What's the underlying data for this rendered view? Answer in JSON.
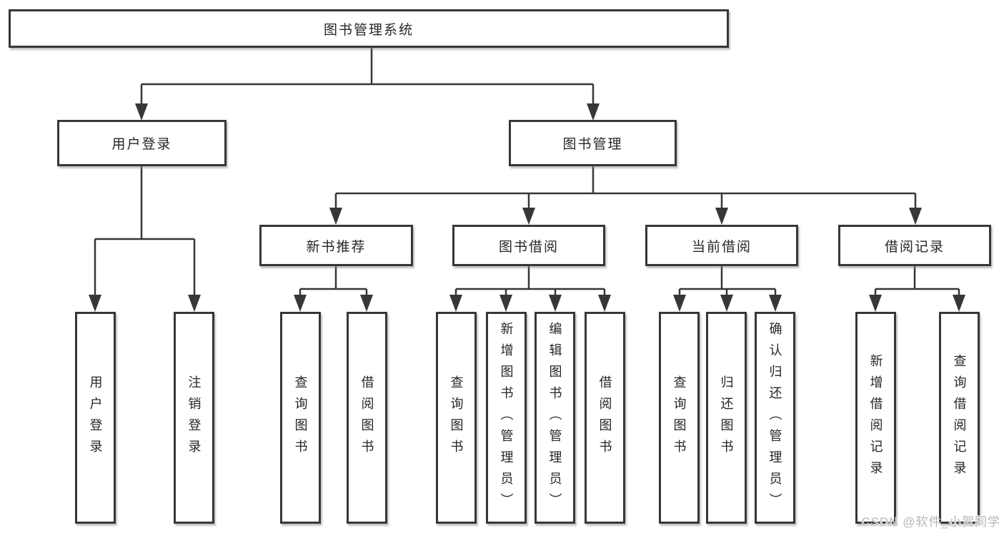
{
  "colors": {
    "line": "#373737",
    "border": "#373737",
    "text": "#262626",
    "background": "#ffffff",
    "watermark": "#b5b5b5"
  },
  "tree": {
    "root": {
      "label": "图书管理系统"
    },
    "branches": [
      {
        "label": "用户登录",
        "children": [
          {
            "label": "用户登录"
          },
          {
            "label": "注销登录"
          }
        ]
      },
      {
        "label": "图书管理",
        "children": [
          {
            "label": "新书推荐",
            "children": [
              {
                "label": "查询图书"
              },
              {
                "label": "借阅图书"
              }
            ]
          },
          {
            "label": "图书借阅",
            "children": [
              {
                "label": "查询图书"
              },
              {
                "label": "新增图书（管理员）"
              },
              {
                "label": "编辑图书（管理员）"
              },
              {
                "label": "借阅图书"
              }
            ]
          },
          {
            "label": "当前借阅",
            "children": [
              {
                "label": "查询图书"
              },
              {
                "label": "归还图书"
              },
              {
                "label": "确认归还（管理员）"
              }
            ]
          },
          {
            "label": "借阅记录",
            "children": [
              {
                "label": "新增借阅记录"
              },
              {
                "label": "查询借阅记录"
              }
            ]
          }
        ]
      }
    ]
  },
  "watermark": {
    "text": "CSDN @软件_小贺同学"
  }
}
